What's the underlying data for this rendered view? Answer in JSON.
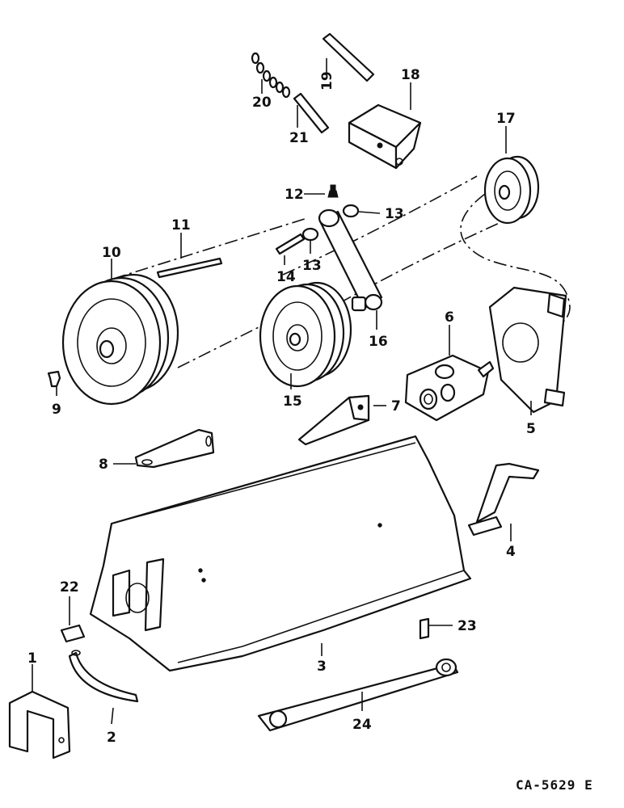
{
  "callouts": {
    "c1": "1",
    "c2": "2",
    "c3": "3",
    "c4": "4",
    "c5": "5",
    "c6": "6",
    "c7": "7",
    "c8": "8",
    "c9": "9",
    "c10": "10",
    "c11": "11",
    "c12": "12",
    "c13a": "13",
    "c13b": "13",
    "c14": "14",
    "c15": "15",
    "c16": "16",
    "c17": "17",
    "c18": "18",
    "c19": "19",
    "c20": "20",
    "c21": "21",
    "c22": "22",
    "c23": "23",
    "c24": "24"
  },
  "drawing_number": "CA-5629 E"
}
